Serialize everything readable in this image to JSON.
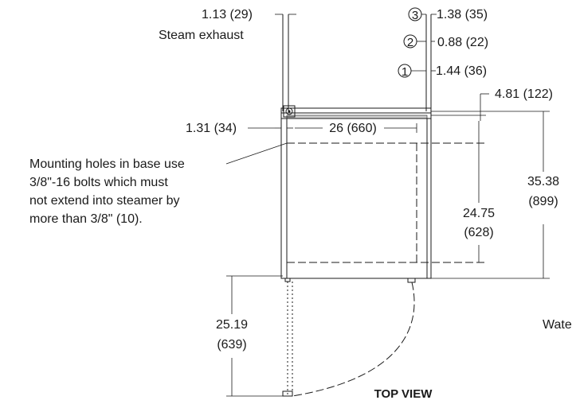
{
  "labels": {
    "steam_dim": "1.13 (29)",
    "steam_label": "Steam exhaust",
    "dim_3": "1.38 (35)",
    "dim_2": "0.88 (22)",
    "dim_1": "1.44 (36)",
    "callout_3": "3",
    "callout_2": "2",
    "callout_1": "1",
    "dim_right_top": "4.81 (122)",
    "dim_left_side": "1.31 (34)",
    "dim_width": "26 (660)",
    "note_line1": "Mounting holes in base use",
    "note_line2": "3/8\"-16 bolts which must",
    "note_line3": "not extend into steamer by",
    "note_line4": "more than 3/8\" (10).",
    "dim_depth_a": "35.38",
    "dim_depth_b": "(899)",
    "dim_inner_a": "24.75",
    "dim_inner_b": "(628)",
    "dim_door_a": "25.19",
    "dim_door_b": "(639)",
    "water_partial": "Wate",
    "view_title": "TOP VIEW"
  }
}
